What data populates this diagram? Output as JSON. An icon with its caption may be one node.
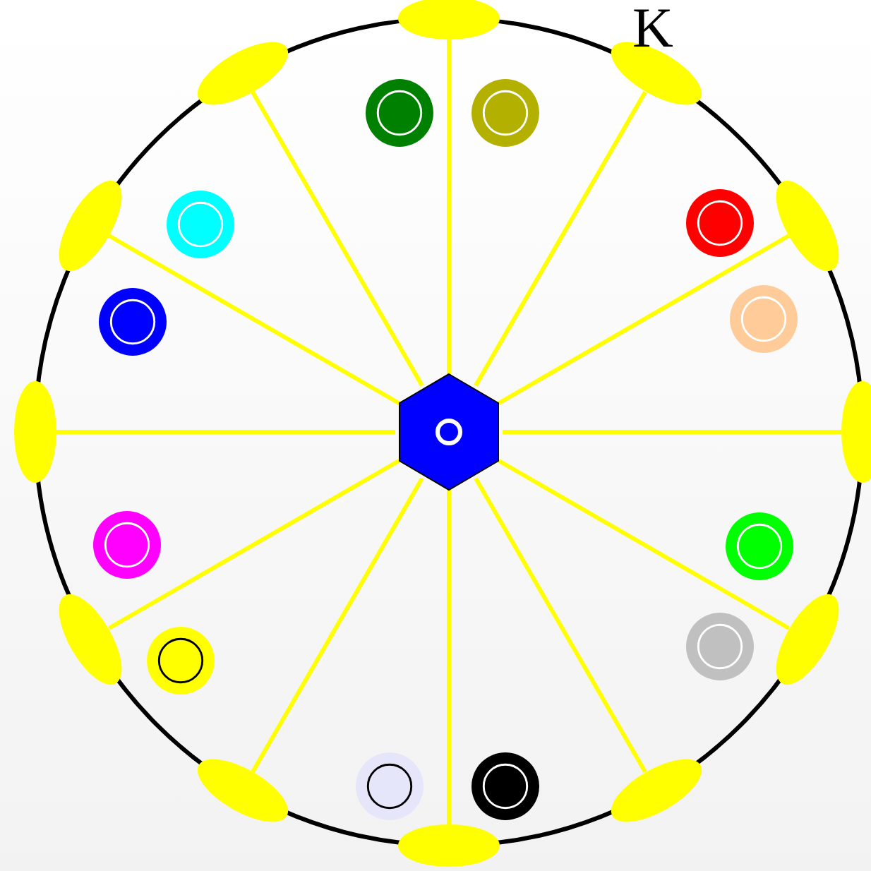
{
  "diagram": {
    "nodes": [
      {
        "text": [],
        "shape": "hexagon"
      },
      {
        "text": [],
        "shape": "ellipse"
      },
      {
        "text": [],
        "shape": "ellipse"
      },
      {
        "text": [],
        "shape": "ellipse"
      },
      {
        "text": [],
        "shape": "ellipse"
      },
      {
        "text": [],
        "shape": "ellipse"
      },
      {
        "text": [],
        "shape": "ellipse"
      },
      {
        "text": [],
        "shape": "ellipse"
      },
      {
        "text": [],
        "shape": "ellipse"
      },
      {
        "text": [],
        "shape": "ellipse"
      },
      {
        "text": [],
        "shape": "ellipse"
      },
      {
        "text": [],
        "shape": "ellipse"
      },
      {
        "text": [],
        "shape": "ellipse"
      },
      {
        "text": [],
        "shape": "circle"
      },
      {
        "text": [],
        "shape": "circle"
      },
      {
        "text": [],
        "shape": "circle"
      },
      {
        "text": [],
        "shape": "circle"
      },
      {
        "text": [],
        "shape": "circle"
      },
      {
        "text": [],
        "shape": "circle"
      },
      {
        "text": [],
        "shape": "circle"
      },
      {
        "text": [],
        "shape": "circle"
      },
      {
        "text": [],
        "shape": "circle"
      },
      {
        "text": [],
        "shape": "circle"
      },
      {
        "text": [],
        "shape": "circle"
      },
      {
        "text": [],
        "shape": "circle"
      }
    ],
    "edges": [
      {
        "from": 0,
        "to": 1,
        "arrow": "none"
      },
      {
        "from": 0,
        "to": 2,
        "arrow": "none"
      },
      {
        "from": 0,
        "to": 3,
        "arrow": "none"
      },
      {
        "from": 0,
        "to": 4,
        "arrow": "none"
      },
      {
        "from": 0,
        "to": 5,
        "arrow": "none"
      },
      {
        "from": 0,
        "to": 6,
        "arrow": "none"
      },
      {
        "from": 0,
        "to": 7,
        "arrow": "none"
      },
      {
        "from": 0,
        "to": 8,
        "arrow": "none"
      },
      {
        "from": 0,
        "to": 9,
        "arrow": "none"
      },
      {
        "from": 0,
        "to": 10,
        "arrow": "none"
      },
      {
        "from": 0,
        "to": 11,
        "arrow": "none"
      },
      {
        "from": 0,
        "to": 12,
        "arrow": "none"
      }
    ],
    "labels": [
      "K"
    ]
  }
}
